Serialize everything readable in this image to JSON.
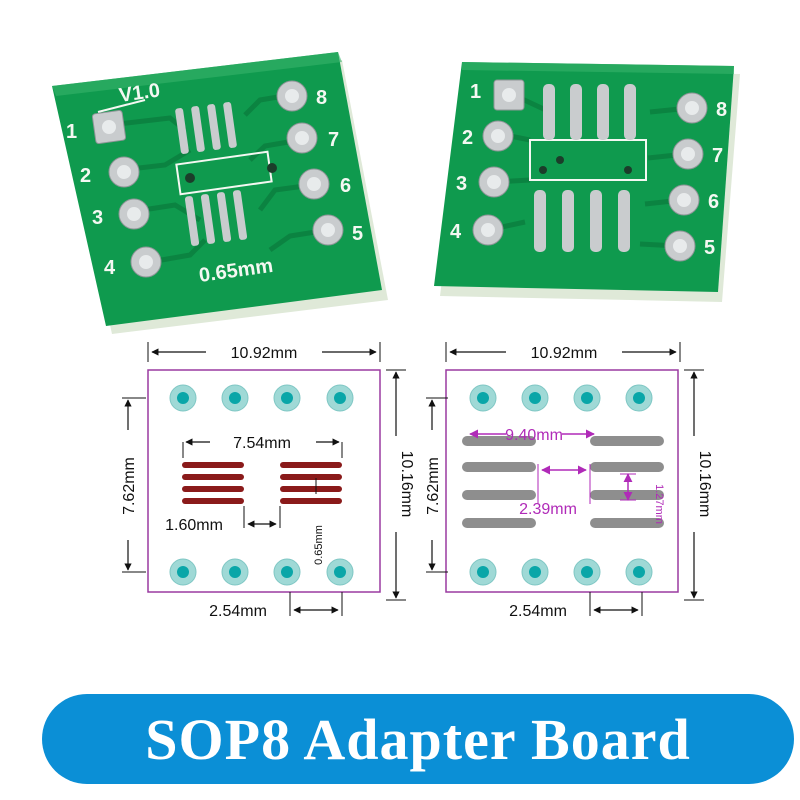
{
  "colors": {
    "pcb_green": "#0f9a4e",
    "pcb_dark": "#0a7a3c",
    "pcb_edge": "#d8e6d0",
    "silk": "#f4f8f2",
    "pad_silver": "#c9ccce",
    "outline_purple": "#9a3aa0",
    "hole_teal": "#0aa6a8",
    "pad_red": "#8a1a1a",
    "pad_gray": "#8e8e8e",
    "banner_blue": "#0b8fd6"
  },
  "photo_left": {
    "version_label": "V1.0",
    "pitch_label": "0.65mm",
    "pin_numbers": [
      "1",
      "2",
      "3",
      "4",
      "5",
      "6",
      "7",
      "8"
    ]
  },
  "photo_right": {
    "pin_numbers": [
      "1",
      "2",
      "3",
      "4",
      "5",
      "6",
      "7",
      "8"
    ]
  },
  "diagram_left": {
    "width_label": "10.92mm",
    "height_label": "10.16mm",
    "row_spacing_label": "7.62mm",
    "pitch_label": "2.54mm",
    "pad_span_label": "7.54mm",
    "pad_gap_label": "1.60mm",
    "pad_pitch_label": "0.65mm"
  },
  "diagram_right": {
    "width_label": "10.92mm",
    "height_label": "10.16mm",
    "row_spacing_label": "7.62mm",
    "pitch_label": "2.54mm",
    "pad_span_label": "9.40mm",
    "pad_gap_label": "2.39mm",
    "pad_pitch_label": "1.27mm"
  },
  "banner": {
    "title": "SOP8 Adapter Board"
  }
}
